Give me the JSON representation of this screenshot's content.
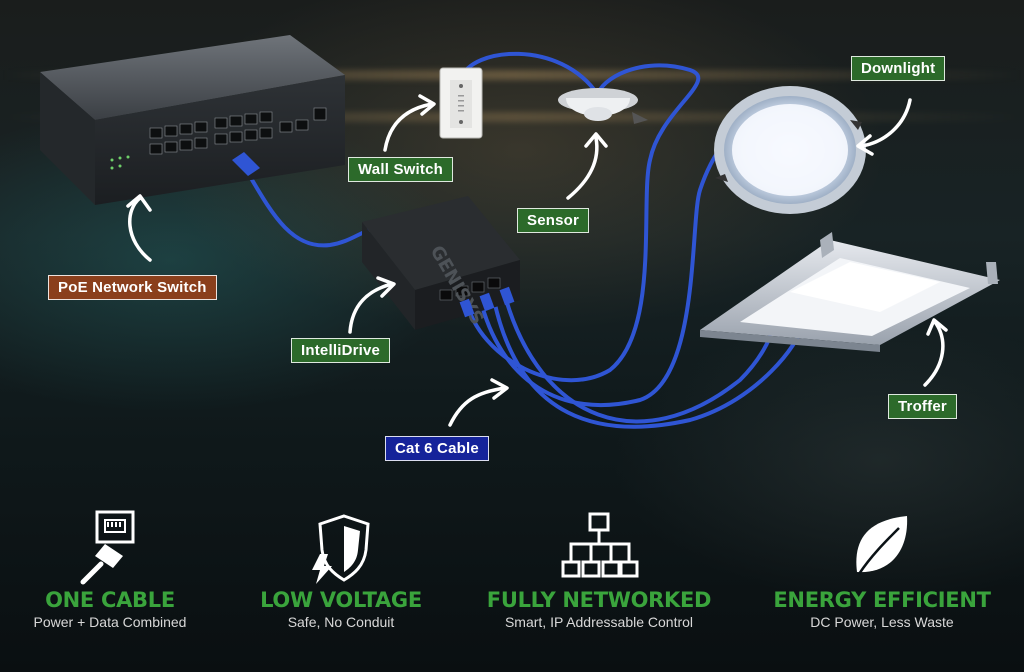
{
  "labels": {
    "poe_switch": "PoE Network Switch",
    "wall_switch": "Wall Switch",
    "sensor": "Sensor",
    "downlight": "Downlight",
    "troffer": "Troffer",
    "intellidrive": "IntelliDrive",
    "cat6": "Cat 6 Cable"
  },
  "device_branding": "GENISYS",
  "colors": {
    "label_green": "#2c6a2a",
    "label_orange": "#8a3f1c",
    "label_blue": "#15239a",
    "feature_green": "#3aa43c",
    "cable_blue": "#2f55d4"
  },
  "features": [
    {
      "icon": "ethernet-cable-icon",
      "title": "ONE CABLE",
      "subtitle": "Power + Data Combined"
    },
    {
      "icon": "shield-bolt-icon",
      "title": "LOW VOLTAGE",
      "subtitle": "Safe, No Conduit"
    },
    {
      "icon": "network-tree-icon",
      "title": "FULLY NETWORKED",
      "subtitle": "Smart, IP Addressable Control"
    },
    {
      "icon": "leaf-icon",
      "title": "ENERGY EFFICIENT",
      "subtitle": "DC Power, Less Waste"
    }
  ]
}
